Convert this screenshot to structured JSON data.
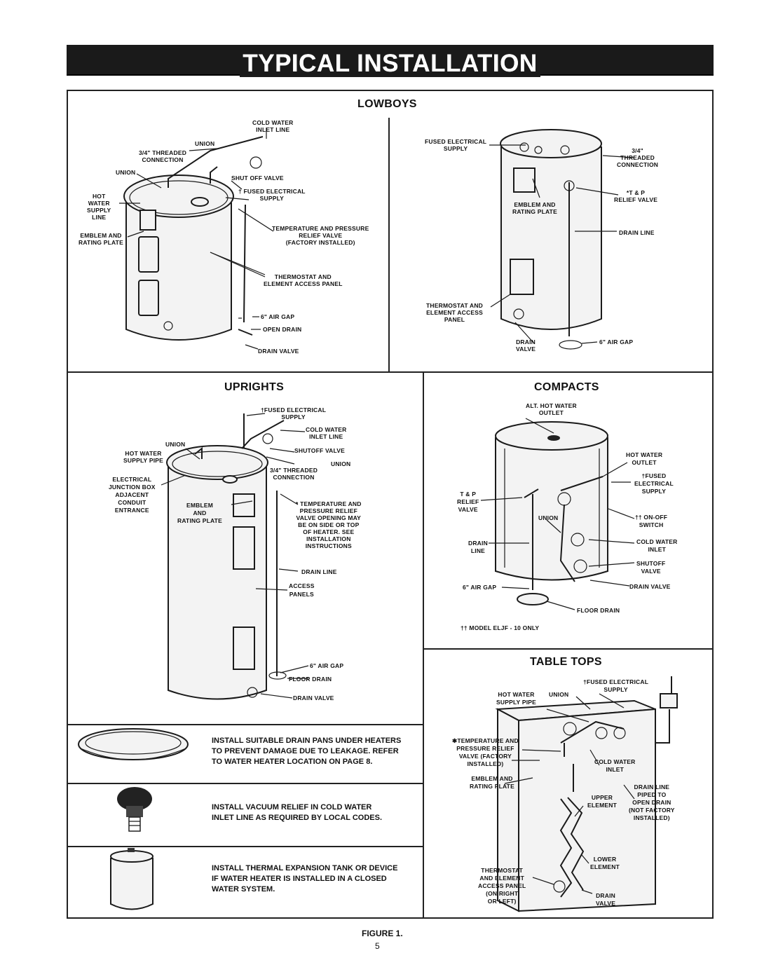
{
  "title": "TYPICAL INSTALLATION",
  "lowboys": {
    "heading": "LOWBOYS",
    "left": {
      "cold_water_inlet": [
        "COLD WATER",
        "INLET LINE"
      ],
      "union_top": "UNION",
      "threaded": [
        "3/4\" THREADED",
        "CONNECTION"
      ],
      "union_left": "UNION",
      "shut_off_valve": "SHUT OFF VALVE",
      "hot_water_supply": [
        "HOT",
        "WATER",
        "SUPPLY",
        "LINE"
      ],
      "fused_electrical": [
        "† FUSED ELECTRICAL",
        "SUPPLY"
      ],
      "emblem": [
        "EMBLEM AND",
        "RATING PLATE"
      ],
      "tp_valve": [
        "TEMPERATURE AND PRESSURE",
        "RELIEF VALVE",
        "(FACTORY INSTALLED)"
      ],
      "thermostat": [
        "THERMOSTAT AND",
        "ELEMENT ACCESS PANEL"
      ],
      "air_gap": "6\" AIR GAP",
      "open_drain": "OPEN DRAIN",
      "drain_valve": "DRAIN VALVE"
    },
    "right": {
      "fused_electrical": [
        "FUSED ELECTRICAL",
        "SUPPLY"
      ],
      "threaded": [
        "3/4\"",
        "THREADED",
        "CONNECTION"
      ],
      "tp_valve": [
        "*T & P",
        "RELIEF VALVE"
      ],
      "emblem": [
        "EMBLEM AND",
        "RATING PLATE"
      ],
      "drain_line": "DRAIN LINE",
      "thermostat": [
        "THERMOSTAT AND",
        "ELEMENT ACCESS",
        "PANEL"
      ],
      "drain_valve": [
        "DRAIN",
        "VALVE"
      ],
      "air_gap": "6\" AIR GAP"
    }
  },
  "uprights": {
    "heading": "UPRIGHTS",
    "fused_electrical": [
      "†FUSED ELECTRICAL",
      "SUPPLY"
    ],
    "cold_water_inlet": [
      "COLD WATER",
      "INLET LINE"
    ],
    "union_top": "UNION",
    "shutoff_valve": "SHUTOFF VALVE",
    "hot_water_supply": [
      "HOT WATER",
      "SUPPLY PIPE"
    ],
    "union_right": "UNION",
    "threaded": [
      "3/4\" THREADED",
      "CONNECTION"
    ],
    "electrical_box": [
      "ELECTRICAL",
      "JUNCTION BOX",
      "ADJACENT",
      "CONDUIT",
      "ENTRANCE"
    ],
    "emblem": [
      "EMBLEM",
      "AND",
      "RATING PLATE"
    ],
    "tp_valve": [
      "* TEMPERATURE AND",
      "PRESSURE RELIEF",
      "VALVE OPENING MAY",
      "BE ON SIDE OR TOP",
      "OF HEATER. SEE",
      "INSTALLATION",
      "INSTRUCTIONS"
    ],
    "drain_line": "DRAIN LINE",
    "access_panels": [
      "ACCESS",
      "PANELS"
    ],
    "air_gap": "6\" AIR GAP",
    "floor_drain": "FLOOR DRAIN",
    "drain_valve": "DRAIN VALVE"
  },
  "compacts": {
    "heading": "COMPACTS",
    "alt_hot_water": [
      "ALT. HOT WATER",
      "OUTLET"
    ],
    "hot_water_outlet": [
      "HOT WATER",
      "OUTLET"
    ],
    "fused_electrical": [
      "†FUSED",
      "ELECTRICAL",
      "SUPPLY"
    ],
    "tp_relief": [
      "T & P",
      "RELIEF",
      "VALVE"
    ],
    "union": "UNION",
    "on_off": [
      "†† ON-OFF",
      "SWITCH"
    ],
    "drain_line": [
      "DRAIN",
      "LINE"
    ],
    "cold_water_inlet": [
      "COLD WATER",
      "INLET"
    ],
    "shutoff_valve": [
      "SHUTOFF",
      "VALVE"
    ],
    "air_gap": "6\" AIR GAP",
    "drain_valve": "DRAIN VALVE",
    "floor_drain": "FLOOR DRAIN",
    "footnote": "†† MODEL ELJF - 10 ONLY"
  },
  "table_tops": {
    "heading": "TABLE TOPS",
    "fused_electrical": [
      "†FUSED ELECTRICAL",
      "SUPPLY"
    ],
    "hot_water_supply": [
      "HOT WATER",
      "SUPPLY PIPE"
    ],
    "union": "UNION",
    "tp_valve": [
      "✱TEMPERATURE AND",
      "PRESSURE RELIEF",
      "VALVE (FACTORY",
      "INSTALLED)"
    ],
    "cold_water_inlet": [
      "COLD WATER",
      "INLET"
    ],
    "emblem": [
      "EMBLEM AND",
      "RATING PLATE"
    ],
    "drain_line": [
      "DRAIN LINE",
      "PIPED TO",
      "OPEN DRAIN",
      "(NOT FACTORY",
      "INSTALLED)"
    ],
    "upper_element": [
      "UPPER",
      "ELEMENT"
    ],
    "lower_element": [
      "LOWER",
      "ELEMENT"
    ],
    "thermostat": [
      "THERMOSTAT",
      "AND ELEMENT",
      "ACCESS PANEL",
      "(ON RIGHT",
      "OR LEFT)"
    ],
    "drain_valve": [
      "DRAIN",
      "VALVE"
    ]
  },
  "notes": [
    [
      "INSTALL SUITABLE DRAIN PANS UNDER HEATERS",
      "TO PREVENT DAMAGE DUE TO LEAKAGE. REFER",
      "TO WATER HEATER LOCATION ON PAGE 8."
    ],
    [
      "INSTALL VACUUM RELIEF IN COLD WATER",
      "INLET LINE AS REQUIRED BY LOCAL CODES."
    ],
    [
      "INSTALL THERMAL EXPANSION TANK OR DEVICE",
      "IF WATER HEATER IS INSTALLED IN A CLOSED",
      "WATER SYSTEM."
    ]
  ],
  "figure_caption": "FIGURE 1.",
  "page_number": "5"
}
